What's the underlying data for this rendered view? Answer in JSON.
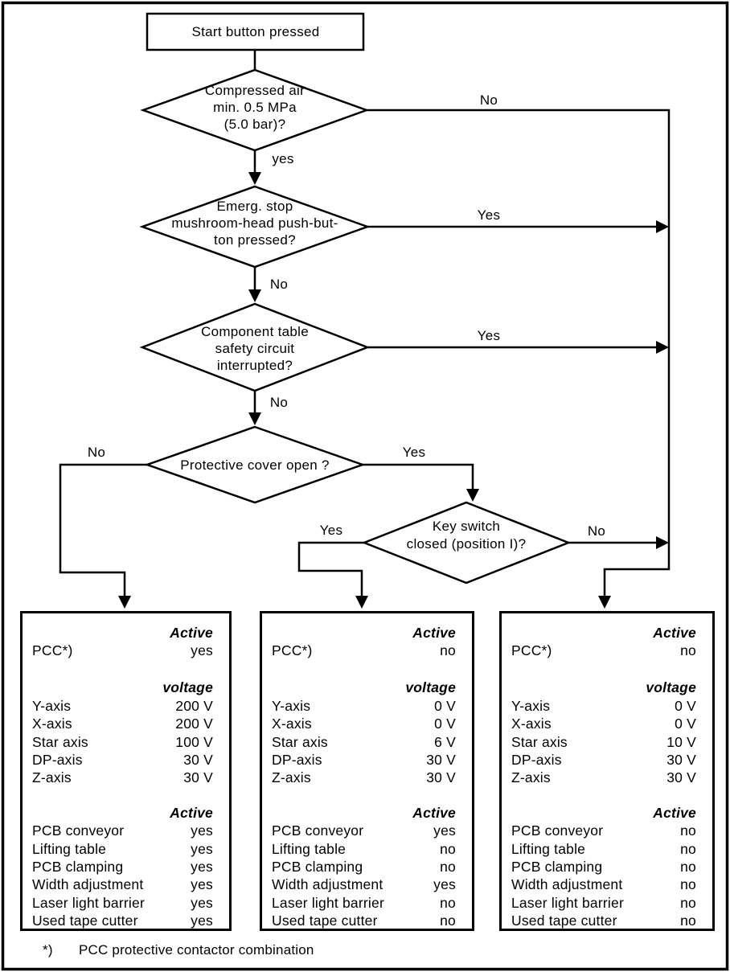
{
  "flowchart": {
    "start_label": "Start button pressed",
    "decisions": [
      {
        "lines": [
          "Compressed air",
          "min. 0.5 MPa",
          "(5.0 bar)?"
        ],
        "labels": {
          "down": "yes",
          "side": "No"
        }
      },
      {
        "lines": [
          "Emerg. stop",
          "mushroom-head push-but-",
          "ton pressed?"
        ],
        "labels": {
          "down": "No",
          "side": "Yes"
        }
      },
      {
        "lines": [
          "Component table",
          "safety circuit",
          "interrupted?"
        ],
        "labels": {
          "down": "No",
          "side": "Yes"
        }
      },
      {
        "lines": [
          "Protective cover open ?"
        ],
        "labels": {
          "left": "No",
          "right": "Yes"
        }
      },
      {
        "lines": [
          "Key switch",
          "closed (position I)?"
        ],
        "labels": {
          "left": "Yes",
          "right": "No"
        }
      }
    ]
  },
  "tables": [
    {
      "pcc_header": "Active",
      "pcc": {
        "label": "PCC*)",
        "value": "yes"
      },
      "voltage_header": "voltage",
      "axes": [
        {
          "label": "Y-axis",
          "value": "200 V"
        },
        {
          "label": "X-axis",
          "value": "200 V"
        },
        {
          "label": "Star axis",
          "value": "100 V"
        },
        {
          "label": "DP-axis",
          "value": "30 V"
        },
        {
          "label": "Z-axis",
          "value": "30 V"
        }
      ],
      "active_header": "Active",
      "devices": [
        {
          "label": "PCB conveyor",
          "value": "yes"
        },
        {
          "label": "Lifting table",
          "value": "yes"
        },
        {
          "label": "PCB clamping",
          "value": "yes"
        },
        {
          "label": "Width adjustment",
          "value": "yes"
        },
        {
          "label": "Laser light barrier",
          "value": "yes"
        },
        {
          "label": "Used tape cutter",
          "value": "yes"
        }
      ]
    },
    {
      "pcc_header": "Active",
      "pcc": {
        "label": "PCC*)",
        "value": "no"
      },
      "voltage_header": "voltage",
      "axes": [
        {
          "label": "Y-axis",
          "value": "0 V"
        },
        {
          "label": "X-axis",
          "value": "0 V"
        },
        {
          "label": "Star axis",
          "value": "6 V"
        },
        {
          "label": "DP-axis",
          "value": "30 V"
        },
        {
          "label": "Z-axis",
          "value": "30 V"
        }
      ],
      "active_header": "Active",
      "devices": [
        {
          "label": "PCB conveyor",
          "value": "yes"
        },
        {
          "label": "Lifting table",
          "value": "no"
        },
        {
          "label": "PCB clamping",
          "value": "no"
        },
        {
          "label": "Width adjustment",
          "value": "yes"
        },
        {
          "label": "Laser light barrier",
          "value": "no"
        },
        {
          "label": "Used tape cutter",
          "value": "no"
        }
      ]
    },
    {
      "pcc_header": "Active",
      "pcc": {
        "label": "PCC*)",
        "value": "no"
      },
      "voltage_header": "voltage",
      "axes": [
        {
          "label": "Y-axis",
          "value": "0 V"
        },
        {
          "label": "X-axis",
          "value": "0 V"
        },
        {
          "label": "Star axis",
          "value": "10 V"
        },
        {
          "label": "DP-axis",
          "value": "30 V"
        },
        {
          "label": "Z-axis",
          "value": "30 V"
        }
      ],
      "active_header": "Active",
      "devices": [
        {
          "label": "PCB conveyor",
          "value": "no"
        },
        {
          "label": "Lifting table",
          "value": "no"
        },
        {
          "label": "PCB clamping",
          "value": "no"
        },
        {
          "label": "Width adjustment",
          "value": "no"
        },
        {
          "label": "Laser light barrier",
          "value": "no"
        },
        {
          "label": "Used tape cutter",
          "value": "no"
        }
      ]
    }
  ],
  "footnote": {
    "marker": "*)",
    "text": "PCC protective contactor combination"
  }
}
